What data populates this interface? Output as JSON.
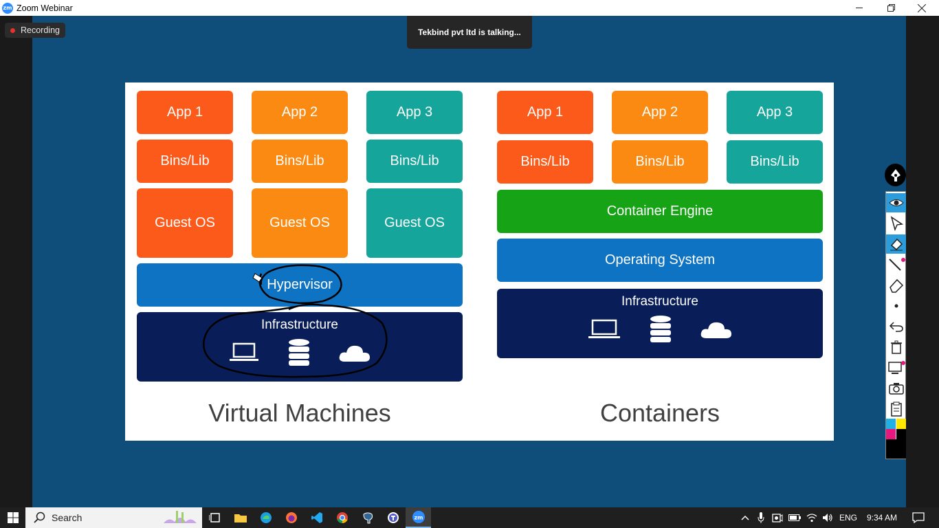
{
  "window": {
    "logo_text": "zm",
    "title": "Zoom Webinar"
  },
  "meeting": {
    "recording_label": "Recording",
    "talking_banner": "Tekbind pvt ltd is talking..."
  },
  "slide": {
    "vm": {
      "apps": [
        {
          "label": "App 1",
          "color": "#fc5a1a"
        },
        {
          "label": "App 2",
          "color": "#fb8a12"
        },
        {
          "label": "App 3",
          "color": "#15a59a"
        }
      ],
      "bins": [
        "Bins/Lib",
        "Bins/Lib",
        "Bins/Lib"
      ],
      "guest_os": [
        "Guest OS",
        "Guest OS",
        "Guest OS"
      ],
      "hypervisor": "Hypervisor",
      "infrastructure": "Infrastructure",
      "caption": "Virtual Machines"
    },
    "containers": {
      "apps": [
        {
          "label": "App 1",
          "color": "#fc5a1a"
        },
        {
          "label": "App 2",
          "color": "#fb8a12"
        },
        {
          "label": "App 3",
          "color": "#15a59a"
        }
      ],
      "bins": [
        "Bins/Lib",
        "Bins/Lib",
        "Bins/Lib"
      ],
      "engine": "Container Engine",
      "os": "Operating System",
      "infrastructure": "Infrastructure",
      "caption": "Containers"
    },
    "infra_icons": [
      "laptop-icon",
      "database-icon",
      "cloud-icon"
    ]
  },
  "annotate_toolbar": {
    "tools": [
      "spotlight-icon",
      "select-icon",
      "text-icon",
      "draw-icon",
      "stamp-icon",
      "eraser-icon",
      "undo-icon",
      "clear-icon",
      "save-icon",
      "camera-icon",
      "clipboard-icon"
    ],
    "palette": [
      "#1fb0e6",
      "#ffe800",
      "#e8177f",
      "#000000"
    ]
  },
  "taskbar": {
    "search_label": "Search",
    "language": "ENG",
    "time": "9:34 AM"
  }
}
